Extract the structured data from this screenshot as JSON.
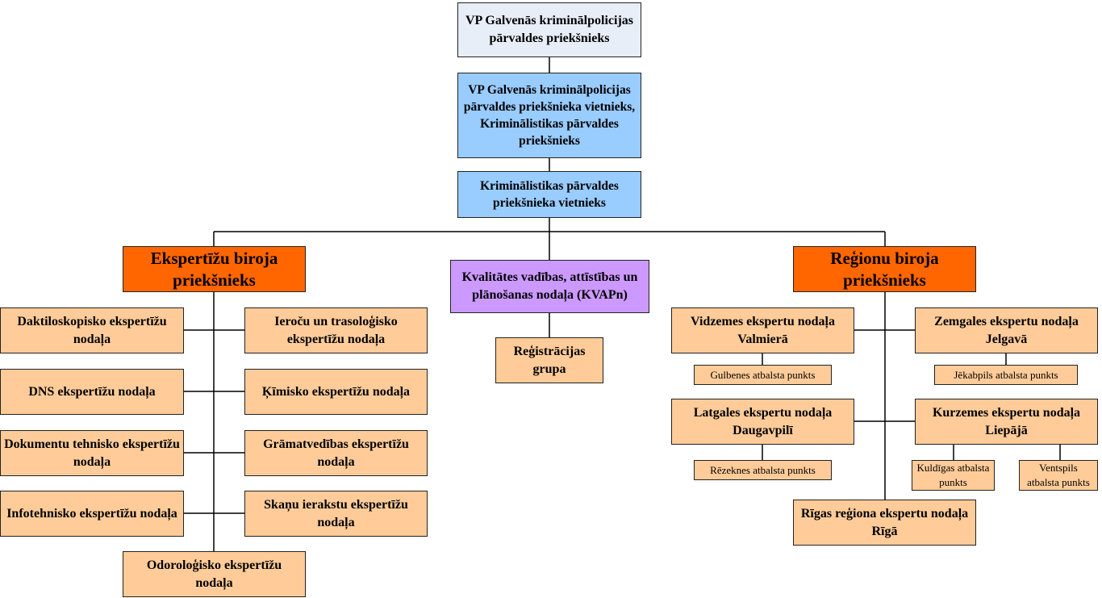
{
  "colors": {
    "peach": "#FFCC99",
    "orange": "#FF6600",
    "blue": "#99CCFF",
    "top": "#E8EEF8",
    "purple": "#CC99FF"
  },
  "nodes": {
    "chief": "VP Galvenās kriminālpolicijas pārvaldes priekšnieks",
    "deputy_chief": "VP Galvenās kriminālpolicijas pārvaldes priekšnieka vietnieks, Kriminālistikas pārvaldes priekšnieks",
    "forensic_deputy": "Kriminālistikas pārvaldes priekšnieka vietnieks",
    "expert_bureau": "Ekspertīžu biroja priekšnieks",
    "kvapn": "Kvalitātes vadības, attīstības un plānošanas nodaļa (KVAPn)",
    "registration": "Reģistrācijas grupa",
    "regional_bureau": "Reģionu biroja priekšnieks",
    "expert_units": [
      "Daktiloskopisko ekspertīžu nodaļa",
      "Ieroču un trasoloģisko ekspertīžu nodaļa",
      "DNS ekspertīžu nodaļa",
      "Ķīmisko ekspertīžu nodaļa",
      "Dokumentu tehnisko ekspertīžu nodaļa",
      "Grāmatvedības ekspertīžu nodaļa",
      "Infotehnisko ekspertīžu nodaļa",
      "Skaņu ierakstu ekspertīžu nodaļa",
      "Odoroloģisko ekspertīžu nodaļa"
    ],
    "regional_units": {
      "vidzeme": "Vidzemes ekspertu nodaļa Valmierā",
      "zemgale": "Zemgales ekspertu nodaļa Jelgavā",
      "gulbene": "Gulbenes atbalsta punkts",
      "jekabpils": "Jēkabpils atbalsta punkts",
      "latgale": "Latgales ekspertu nodaļa Daugavpilī",
      "kurzeme": "Kurzemes ekspertu nodaļa Liepājā",
      "rezekne": "Rēzeknes atbalsta punkts",
      "kuldiga": "Kuldīgas atbalsta punkts",
      "ventspils": "Ventspils atbalsta punkts",
      "riga": "Rīgas reģiona ekspertu nodaļa Rīgā"
    }
  }
}
